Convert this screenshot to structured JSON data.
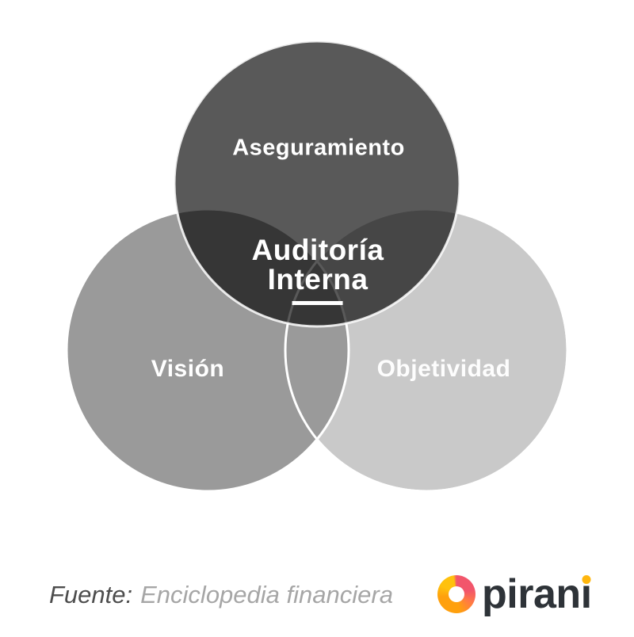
{
  "venn": {
    "top_circle": {
      "label": "Aseguramiento",
      "solo_color": "#595959",
      "overlay_fill": "rgba(0,0,0,0.65)",
      "stroke": "rgba(255,255,255,0.85)"
    },
    "left_circle": {
      "label": "Visión",
      "fill": "#9a9a9a",
      "stroke": "#ffffff"
    },
    "right_circle": {
      "label": "Objetividad",
      "fill": "#c9c9c9",
      "stroke": "#ffffff"
    },
    "center_label": {
      "line1": "Auditoría",
      "line2": "Interna"
    }
  },
  "footer": {
    "source_label": "Fuente:",
    "source_text": "Enciclopedia financiera"
  },
  "brand": {
    "name": "pirani",
    "wordmark_prefix": "piran",
    "wordmark_dotless_i": "ı",
    "text_color": "#2e3338",
    "dot_color": "#ffb60d",
    "icon_colors": {
      "yellow": "#ffc10d",
      "orange": "#ffa00d",
      "red_pink": "#f2566b"
    }
  }
}
